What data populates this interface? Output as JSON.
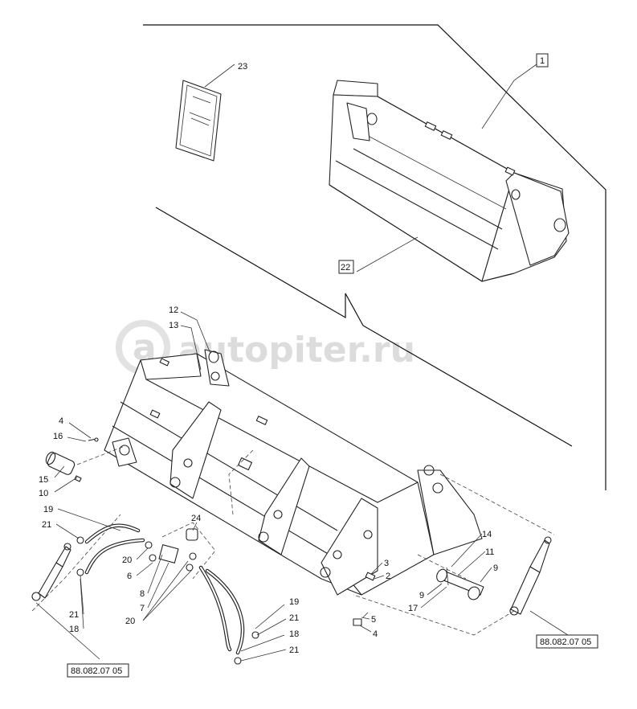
{
  "watermark": "autopiter.ru",
  "callouts": {
    "c1": "1",
    "c2": "2",
    "c3": "3",
    "c4a": "4",
    "c4b": "4",
    "c5": "5",
    "c6": "6",
    "c7": "7",
    "c8": "8",
    "c9a": "9",
    "c9b": "9",
    "c10": "10",
    "c11": "11",
    "c12": "12",
    "c13": "13",
    "c14": "14",
    "c15": "15",
    "c16": "16",
    "c17": "17",
    "c18a": "18",
    "c18b": "18",
    "c19a": "19",
    "c19b": "19",
    "c20a": "20",
    "c20b": "20",
    "c21a": "21",
    "c21b": "21",
    "c21c": "21",
    "c21d": "21",
    "c22": "22",
    "c23": "23",
    "c24": "24"
  },
  "refs": {
    "left": "88.082.07 05",
    "right": "88.082.07 05"
  }
}
